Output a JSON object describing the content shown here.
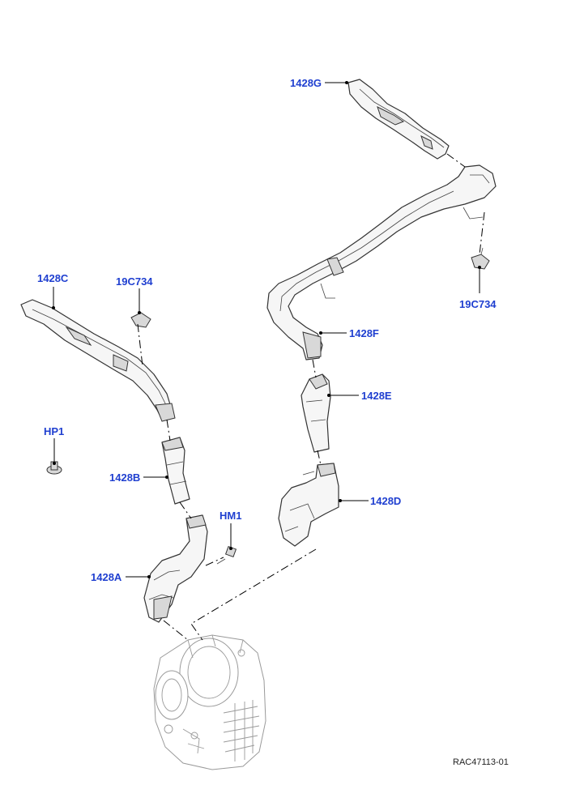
{
  "diagram": {
    "figure_ref": "RAC47113-01",
    "labels": {
      "p1428g": "1428G",
      "p19c734_right": "19C734",
      "p1428f": "1428F",
      "p1428e": "1428E",
      "p1428d": "1428D",
      "p1428c": "1428C",
      "p19c734_left": "19C734",
      "hp1": "HP1",
      "p1428b": "1428B",
      "hm1": "HM1",
      "p1428a": "1428A"
    }
  },
  "colors": {
    "label": "#1f3fd0",
    "line": "#000000",
    "part_fill": "#f6f6f6",
    "ghost_outline": "#9a9a9a"
  }
}
